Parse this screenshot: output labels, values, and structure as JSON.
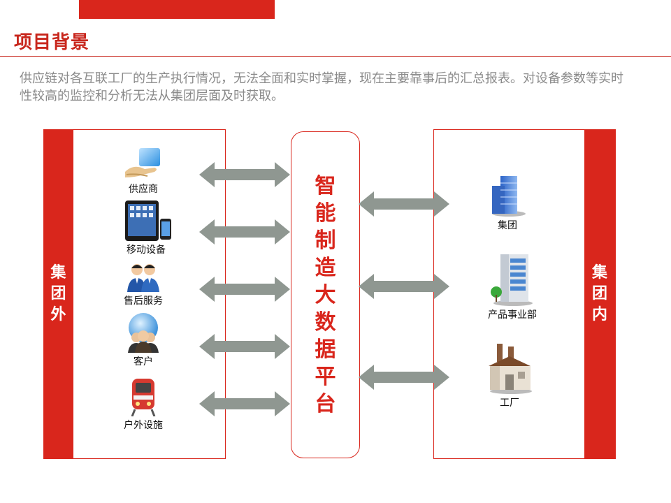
{
  "header": {
    "title": "项目背景",
    "description": "供应链对各互联工厂的生产执行情况，无法全面和实时掌握，现在主要靠事后的汇总报表。对设备参数等实时性较高的监控和分析无法从集团层面及时获取。"
  },
  "external": {
    "label": "集团外",
    "nodes": [
      {
        "label": "供应商",
        "icon": "supplier-handshake-icon"
      },
      {
        "label": "移动设备",
        "icon": "tablet-phone-icon"
      },
      {
        "label": "售后服务",
        "icon": "service-people-icon"
      },
      {
        "label": "客户",
        "icon": "customers-globe-icon"
      },
      {
        "label": "户外设施",
        "icon": "train-icon"
      }
    ]
  },
  "platform": {
    "label": "智能制造大数据平台"
  },
  "internal": {
    "label": "集团内",
    "nodes": [
      {
        "label": "集团",
        "icon": "skyscraper-icon"
      },
      {
        "label": "产品事业部",
        "icon": "office-building-icon"
      },
      {
        "label": "工厂",
        "icon": "factory-icon"
      }
    ]
  },
  "colors": {
    "accent": "#d9261c",
    "arrow": "#8f9791",
    "text_gray": "#8a8a8a"
  }
}
